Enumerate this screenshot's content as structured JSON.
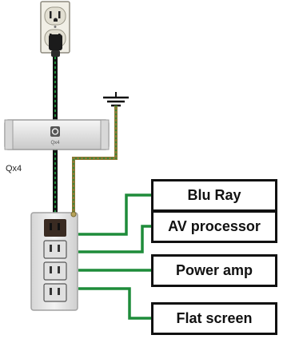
{
  "device": {
    "name": "Qx4",
    "badge_text": "Qx4"
  },
  "outputs": [
    {
      "label": "Blu Ray"
    },
    {
      "label": "AV processor"
    },
    {
      "label": "Power amp"
    },
    {
      "label": "Flat screen"
    }
  ],
  "colors": {
    "wire_green": "#1e8c3a",
    "wire_black": "#111111",
    "ground_wire": "#8a7a35",
    "box_border": "#111111",
    "outlet_plate": "#f1efe6",
    "qx4_body": "#e4e4e4",
    "strip_body": "#e6e6e6"
  },
  "icons": [
    "wall-outlet-icon",
    "ground-symbol-icon",
    "qx4-logo-icon",
    "power-strip-icon"
  ]
}
